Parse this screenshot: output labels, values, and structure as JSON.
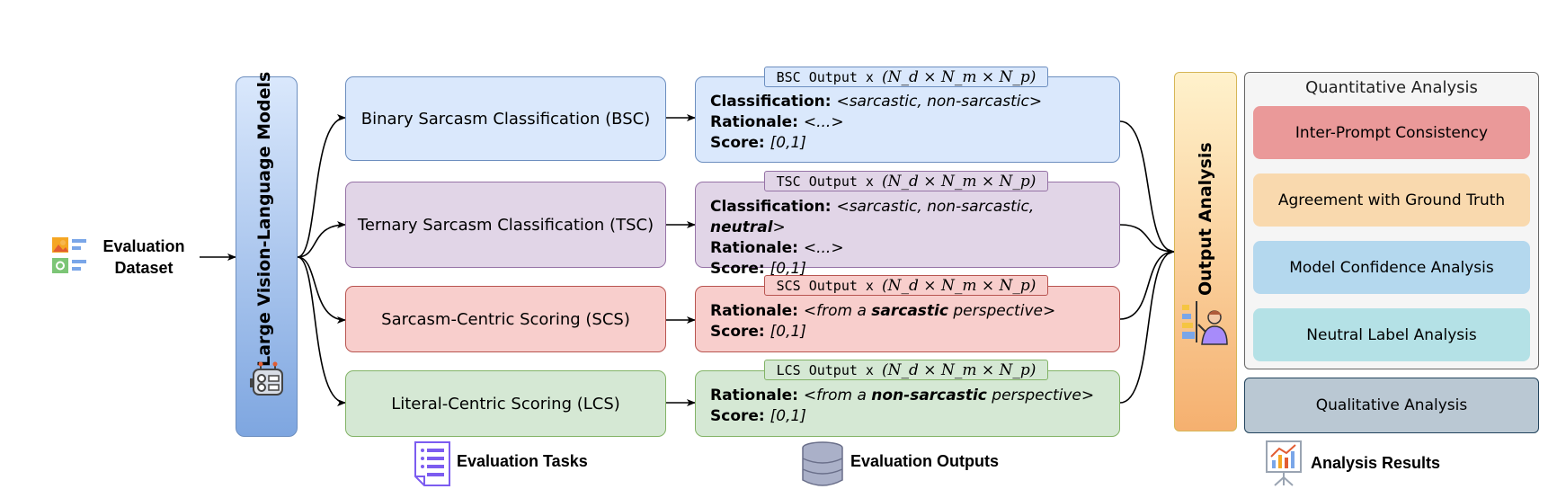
{
  "input": {
    "line1": "Evaluation",
    "line2": "Dataset",
    "icon": "dataset-icon"
  },
  "lvlm": {
    "label": "Large Vision-Language Models",
    "icon": "robot-icon",
    "color": "#8fa8e0"
  },
  "tasks": [
    {
      "label": "Binary Sarcasm Classification (BSC)",
      "fill": "#dae8fc",
      "stroke": "#6c8ebf"
    },
    {
      "label": "Ternary Sarcasm Classification (TSC)",
      "fill": "#e1d5e7",
      "stroke": "#9673a6"
    },
    {
      "label": "Sarcasm-Centric Scoring (SCS)",
      "fill": "#f8cecc",
      "stroke": "#b85450"
    },
    {
      "label": "Literal-Centric Scoring (LCS)",
      "fill": "#d5e8d4",
      "stroke": "#82b366"
    }
  ],
  "outputs": [
    {
      "tag": "BSC Output x",
      "math": "(N_d × N_m × N_p)",
      "classification_label": "Classification",
      "classification_value": "<sarcastic, non-sarcastic>",
      "rationale_label": "Rationale",
      "rationale_value": "<...>",
      "score_label": "Score",
      "score_value": "[0,1]"
    },
    {
      "tag": "TSC Output x",
      "math": "(N_d × N_m × N_p)",
      "classification_label": "Classification",
      "classification_value_pre": "<sarcastic, non-sarcastic, ",
      "classification_value_bold": "neutral",
      "classification_value_post": ">",
      "rationale_label": "Rationale",
      "rationale_value": "<...>",
      "score_label": "Score",
      "score_value": "[0,1]"
    },
    {
      "tag": "SCS Output x",
      "math": "(N_d × N_m × N_p)",
      "rationale_label": "Rationale",
      "rationale_pre": "<from a ",
      "rationale_bold": "sarcastic",
      "rationale_post": " perspective>",
      "score_label": "Score",
      "score_value": "[0,1]"
    },
    {
      "tag": "LCS Output x",
      "math": "(N_d × N_m × N_p)",
      "rationale_label": "Rationale",
      "rationale_pre": "<from a ",
      "rationale_bold": "non-sarcastic",
      "rationale_post": " perspective>",
      "score_label": "Score",
      "score_value": "[0,1]"
    }
  ],
  "output_analysis": {
    "label": "Output Analysis",
    "icon": "analyst-icon"
  },
  "quantitative": {
    "title": "Quantitative Analysis",
    "items": [
      {
        "label": "Inter-Prompt Consistency",
        "color": "#ea9999"
      },
      {
        "label": "Agreement with Ground Truth",
        "color": "#f9d9ae"
      },
      {
        "label": "Model Confidence Analysis",
        "color": "#b4d8ee"
      },
      {
        "label": "Neutral Label Analysis",
        "color": "#b4e1e6"
      }
    ]
  },
  "qualitative": {
    "label": "Qualitative Analysis",
    "color": "#bac8d3"
  },
  "legend": [
    {
      "label": "Evaluation Tasks",
      "icon": "document-list-icon"
    },
    {
      "label": "Evaluation Outputs",
      "icon": "database-icon"
    },
    {
      "label": "Analysis Results",
      "icon": "presentation-chart-icon"
    }
  ]
}
